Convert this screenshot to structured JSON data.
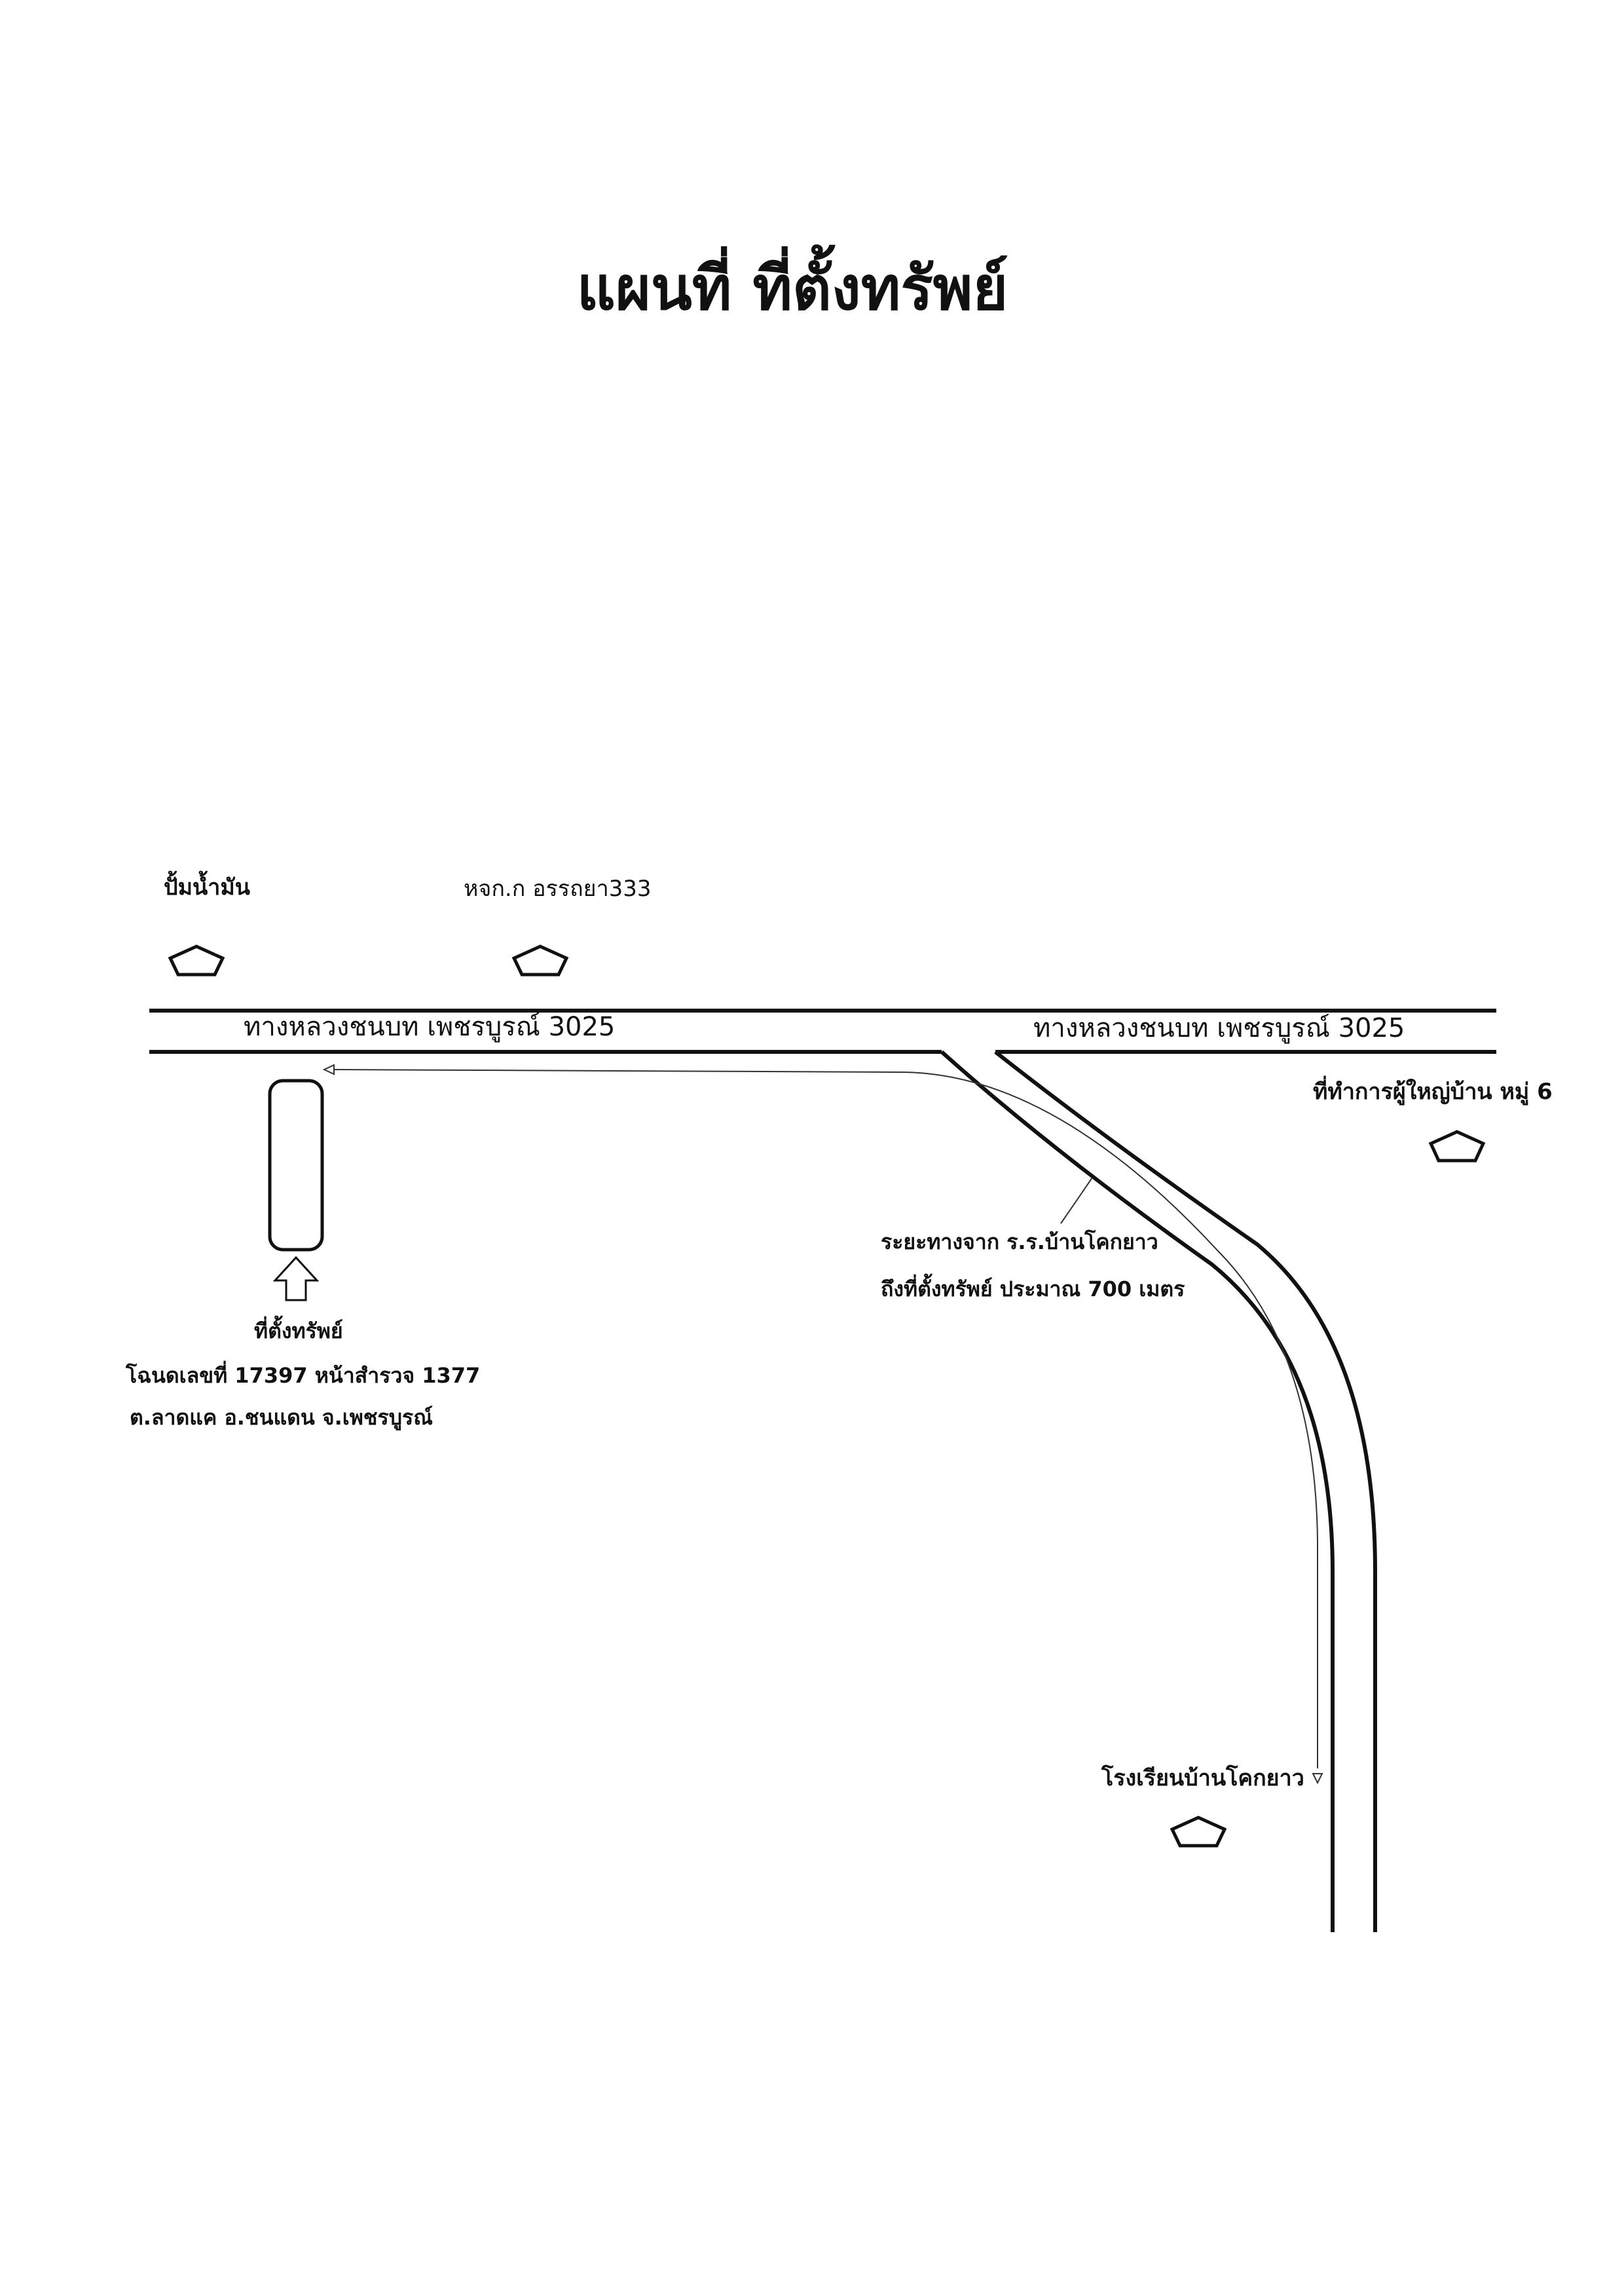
{
  "map": {
    "title": "แผนที่ ที่ตั้งทรัพย์",
    "road_label_left": "ทางหลวงชนบท เพชรบูรณ์ 3025",
    "road_label_right": "ทางหลวงชนบท เพชรบูรณ์ 3025",
    "landmarks": {
      "gas_station": "ปั้มน้ำมัน",
      "shop": "หจก.ก อรรถยา333",
      "village_office": "ที่ทำการผู้ใหญ่บ้าน หมู่ 6",
      "school": "โรงเรียนบ้านโคกยาว"
    },
    "property": {
      "label": "ที่ตั้งทรัพย์",
      "deed": "โฉนดเลขที่ 17397 หน้าสำรวจ 1377",
      "location": "ต.ลาดแค อ.ชนแดน จ.เพชรบูรณ์"
    },
    "distance_note": {
      "line1": "ระยะทางจาก ร.ร.บ้านโคกยาว",
      "line2": "ถึงที่ตั้งทรัพย์ ประมาณ 700 เมตร"
    }
  }
}
